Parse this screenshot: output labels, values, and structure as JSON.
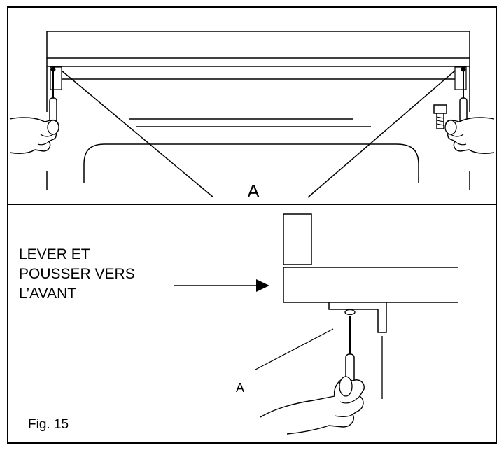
{
  "top_panel": {
    "callout": "A"
  },
  "bottom_panel": {
    "instruction_lines": [
      "LEVER ET",
      "POUSSER VERS",
      "L’AVANT"
    ],
    "callout": "A",
    "figure_label": "Fig. 15"
  }
}
